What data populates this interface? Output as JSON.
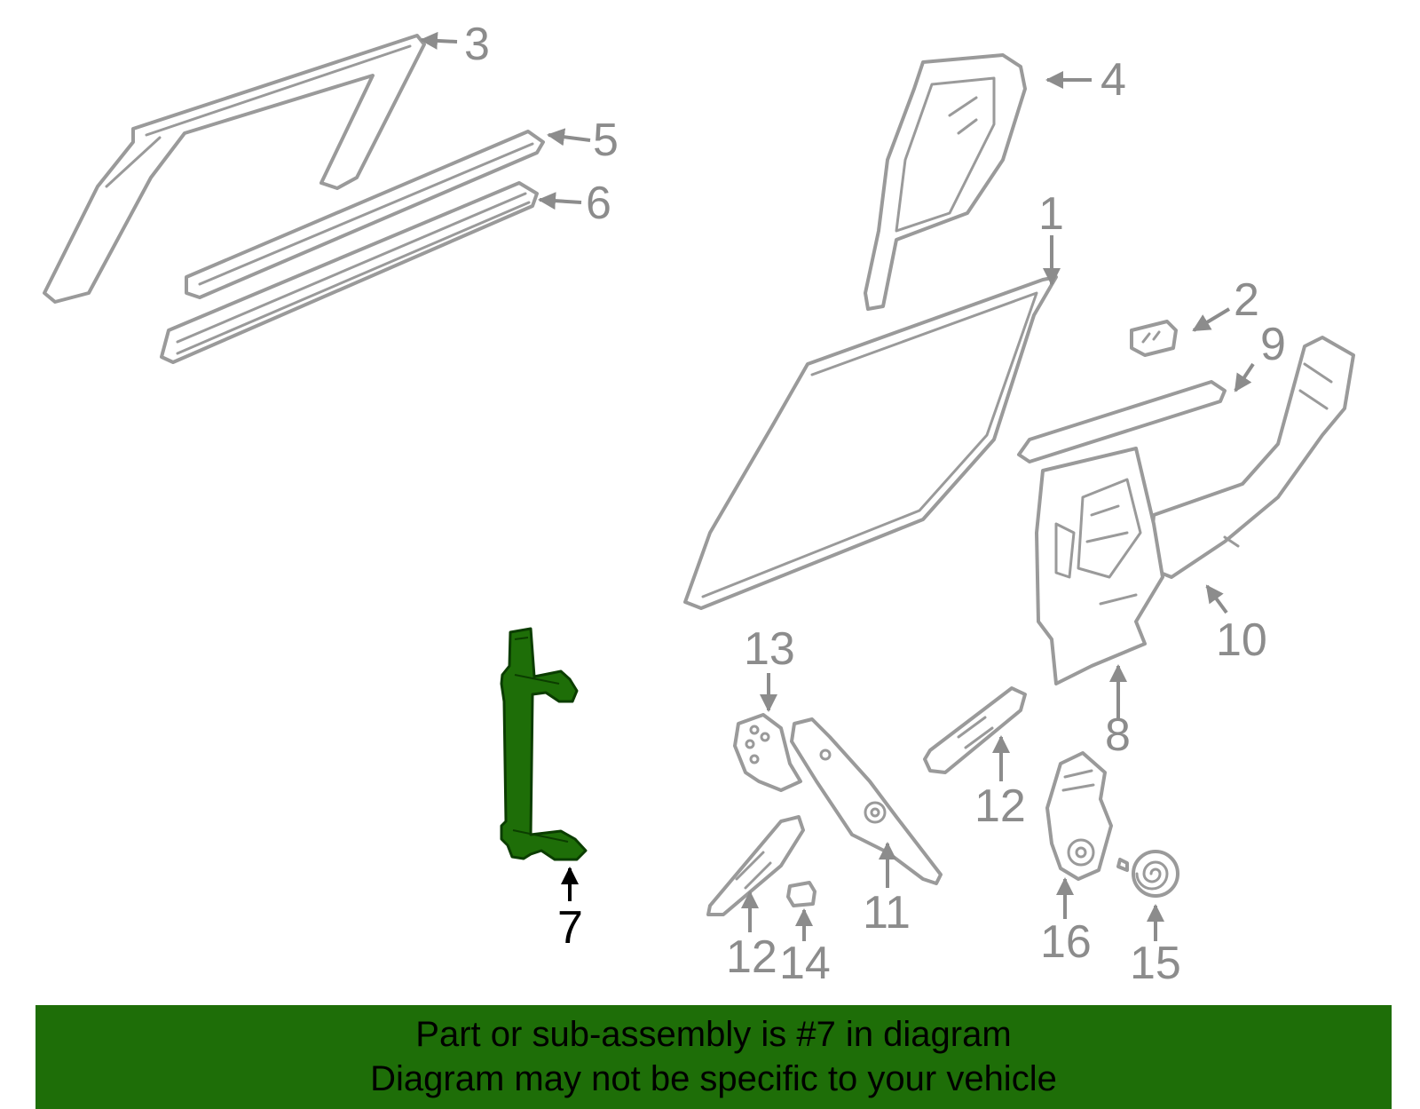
{
  "colors": {
    "highlight": "#1e6e08",
    "outline": "#9a9a9a",
    "label_gray": "#8c8c8c",
    "label_highlight": "#000000"
  },
  "highlighted_part": "7",
  "callouts": {
    "c1": "1",
    "c2": "2",
    "c3": "3",
    "c4": "4",
    "c5": "5",
    "c6": "6",
    "c7": "7",
    "c8": "8",
    "c9": "9",
    "c10": "10",
    "c11": "11",
    "c12a": "12",
    "c12b": "12",
    "c13": "13",
    "c14": "14",
    "c15": "15",
    "c16": "16"
  },
  "banner": {
    "line1": "Part or sub-assembly is #7 in diagram",
    "line2": "Diagram may not be specific to your vehicle"
  }
}
